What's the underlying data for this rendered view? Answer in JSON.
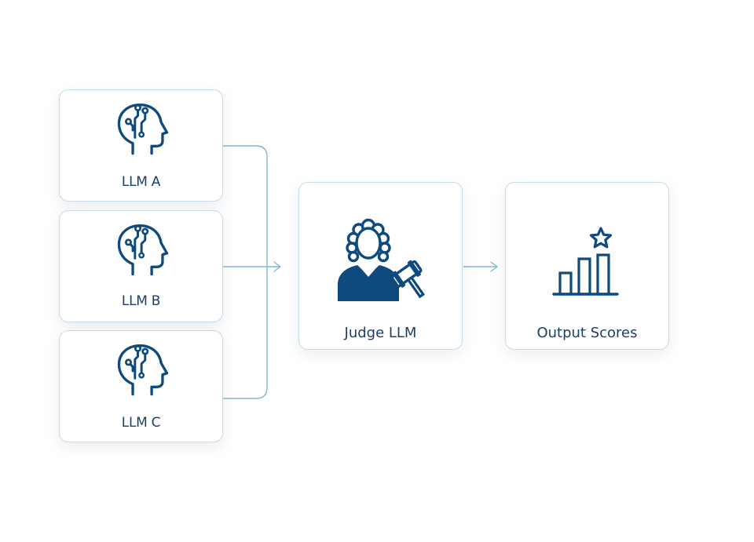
{
  "diagram": {
    "inputs": [
      {
        "label": "LLM A",
        "icon": "ai-head-icon"
      },
      {
        "label": "LLM B",
        "icon": "ai-head-icon"
      },
      {
        "label": "LLM C",
        "icon": "ai-head-icon"
      }
    ],
    "judge": {
      "label": "Judge LLM",
      "icon": "judge-gavel-icon"
    },
    "output": {
      "label": "Output Scores",
      "icon": "bar-chart-star-icon"
    }
  },
  "colors": {
    "icon": "#0e4a7e",
    "label": "#1d3f66",
    "connector": "#7fb8d6",
    "card_border": "#c9dbe6"
  }
}
